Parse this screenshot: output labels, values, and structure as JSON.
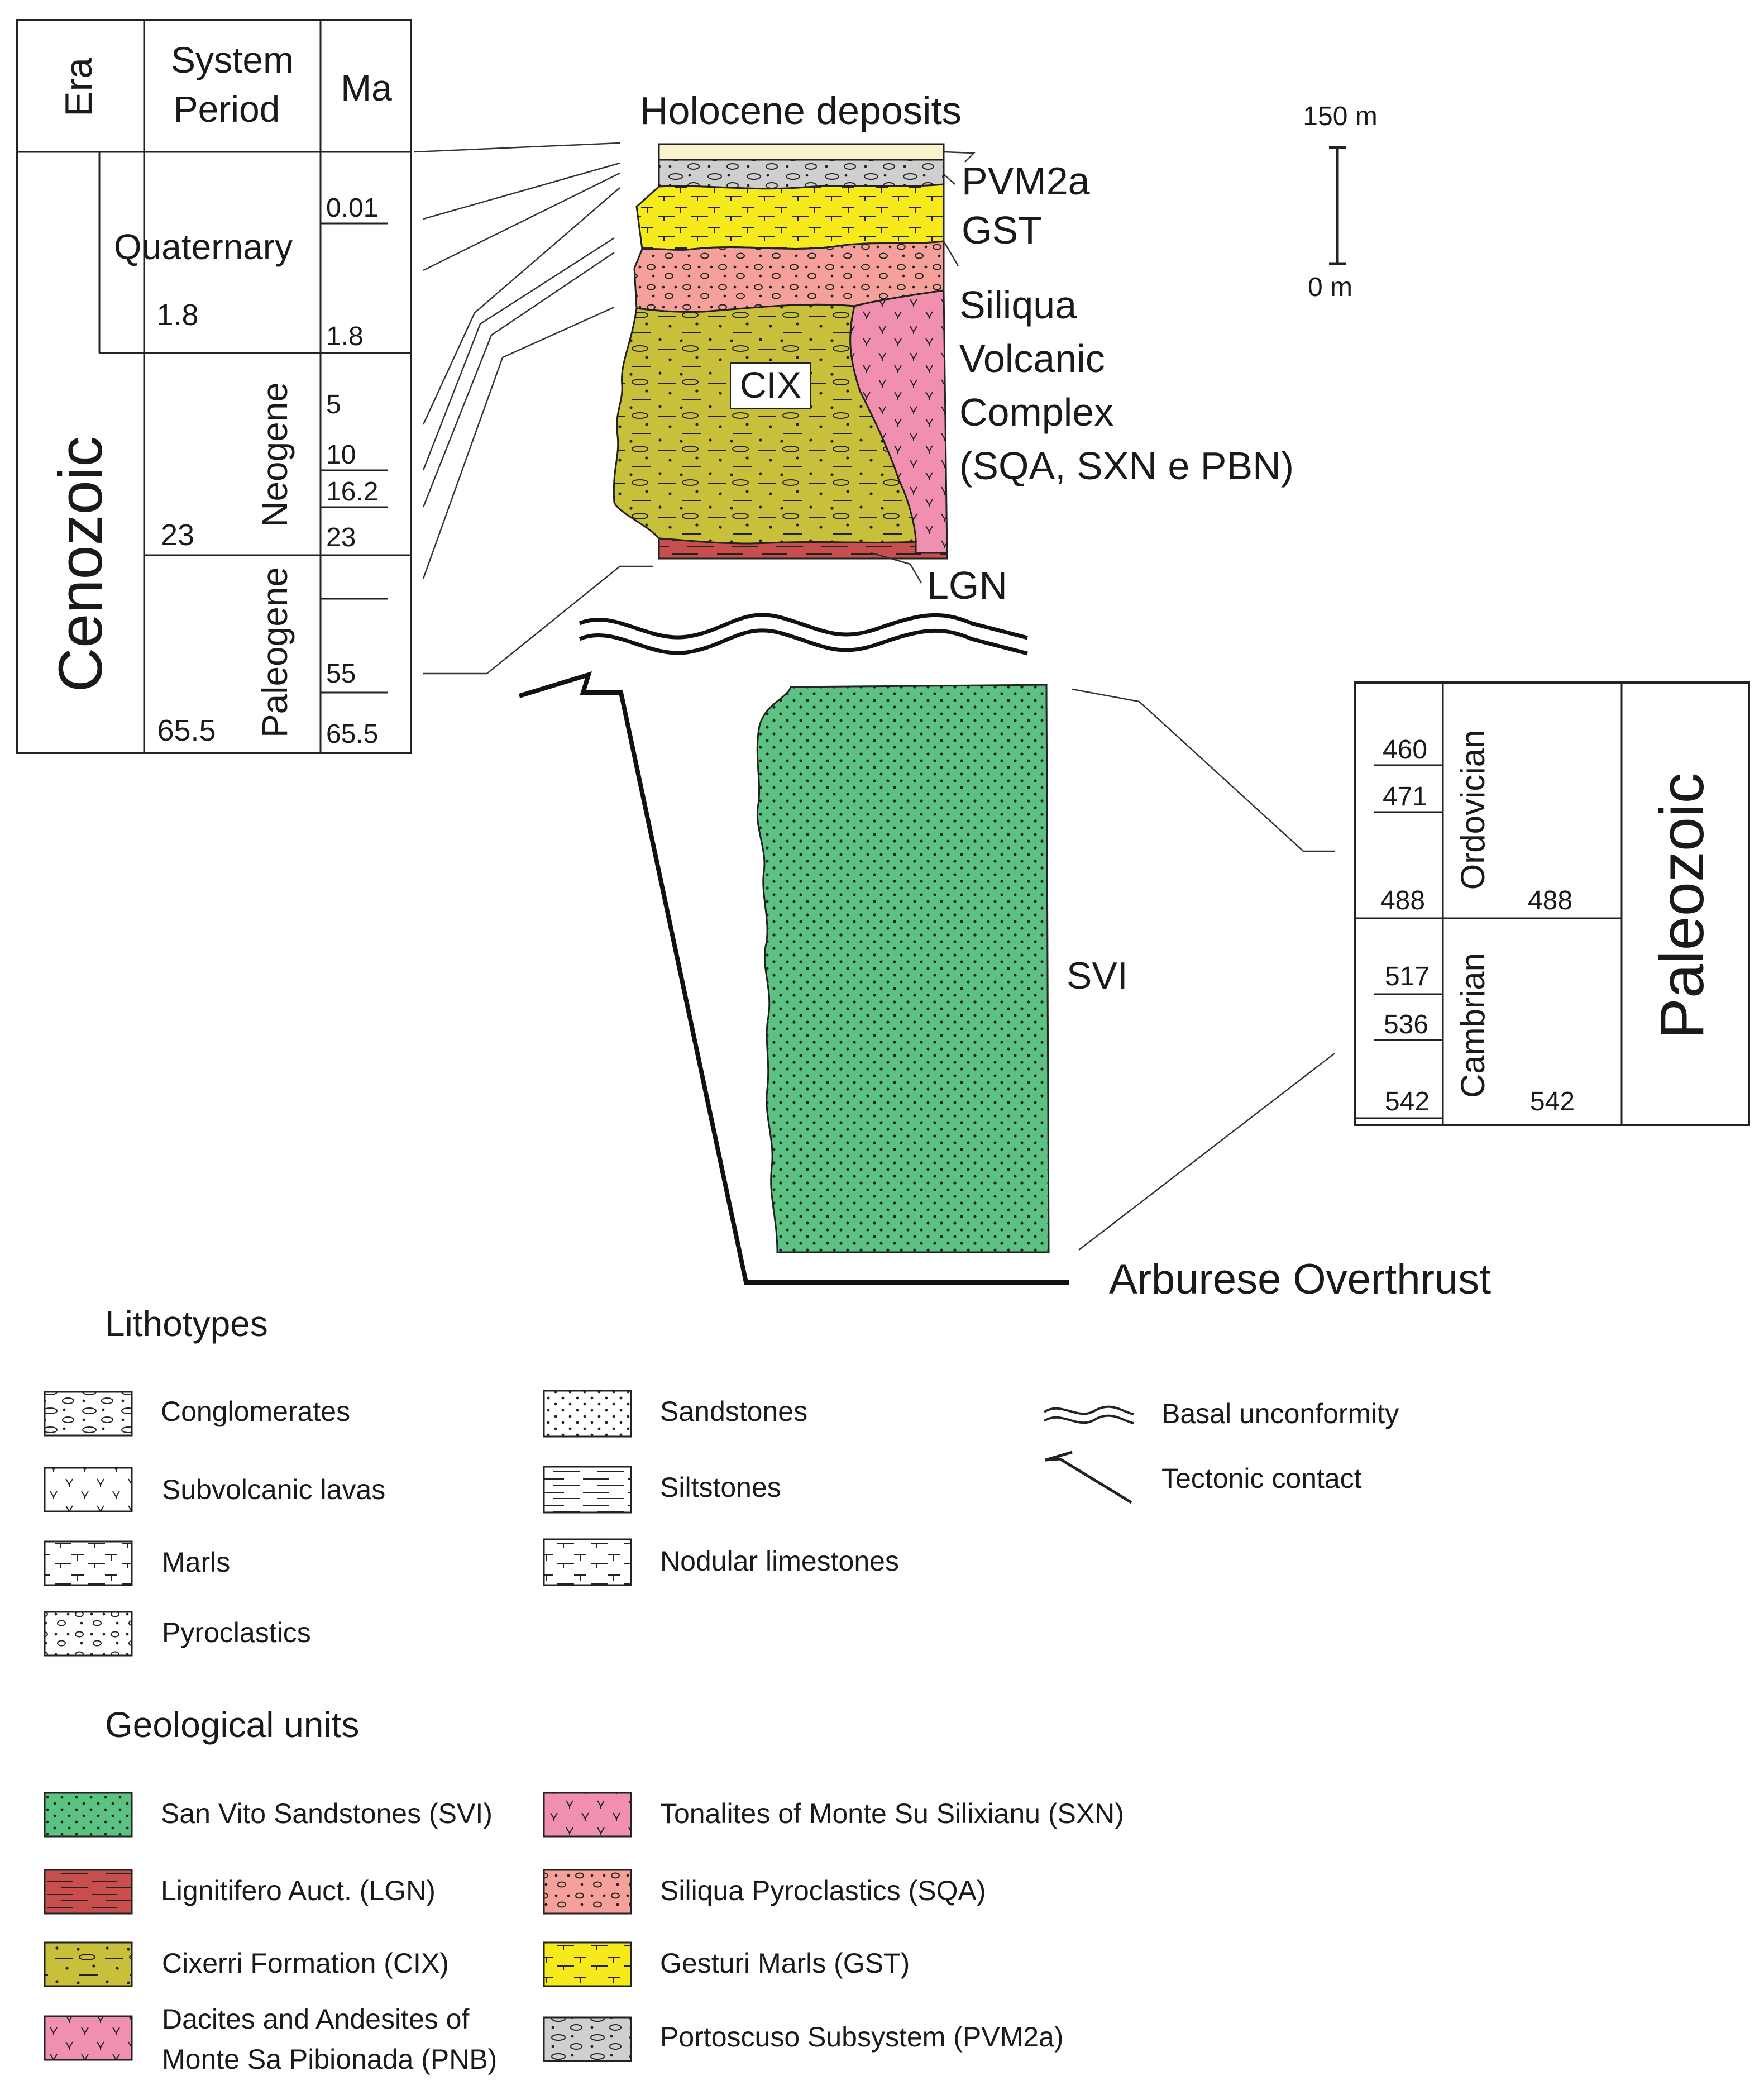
{
  "timescale_cenozoic": {
    "headers": {
      "era": "Era",
      "system_line1": "System",
      "system_line2": "Period",
      "ma": "Ma"
    },
    "era": "Cenozoic",
    "quaternary": {
      "name": "Quaternary",
      "start": "1.8"
    },
    "neogene": {
      "name": "Neogene",
      "start": "23"
    },
    "paleogene": {
      "name": "Paleogene",
      "start": "65.5"
    },
    "ma_ticks": [
      "0.01",
      "1.8",
      "5",
      "10",
      "16.2",
      "23",
      "55",
      "65.5"
    ]
  },
  "timescale_paleozoic": {
    "era": "Paleozoic",
    "ordovician": {
      "name": "Ordovician",
      "start": "488"
    },
    "cambrian": {
      "name": "Cambrian",
      "start": "542"
    },
    "ma_ticks": [
      "460",
      "471",
      "488",
      "517",
      "536",
      "542"
    ]
  },
  "column_labels": {
    "holocene": "Holocene deposits",
    "pvm2a": "PVM2a",
    "gst": "GST",
    "siliqua_l1": "Siliqua",
    "siliqua_l2": "Volcanic",
    "siliqua_l3": "Complex",
    "siliqua_l4": "(SQA, SXN e PBN)",
    "cix": "CIX",
    "lgn": "LGN",
    "svi": "SVI",
    "overthrust": "Arburese Overthrust"
  },
  "scale_bar": {
    "top": "150 m",
    "bottom": "0 m"
  },
  "colors": {
    "holocene": "#f8f5cc",
    "pvm2a": "#cfcfcf",
    "gst": "#f7ea1c",
    "sqa": "#f5a09a",
    "cix": "#c8bf3a",
    "sxn": "#f08fae",
    "lgn": "#c94f4f",
    "svi": "#5cc281"
  },
  "lithotypes": {
    "title": "Lithotypes",
    "items": [
      {
        "label": "Conglomerates",
        "pattern": "conglomerate"
      },
      {
        "label": "Subvolcanic lavas",
        "pattern": "lava"
      },
      {
        "label": "Marls",
        "pattern": "marl"
      },
      {
        "label": "Pyroclastics",
        "pattern": "pyroclastic"
      },
      {
        "label": "Sandstones",
        "pattern": "sand"
      },
      {
        "label": "Siltstones",
        "pattern": "silt"
      },
      {
        "label": "Nodular limestones",
        "pattern": "marl"
      },
      {
        "label": "Basal unconformity",
        "pattern": "unconformity"
      },
      {
        "label": "Tectonic contact",
        "pattern": "tectonic"
      }
    ]
  },
  "geological_units": {
    "title": "Geological units",
    "items": [
      {
        "label": "San Vito Sandstones (SVI)",
        "color": "#5cc281",
        "pattern": "sand"
      },
      {
        "label": "Lignitifero Auct. (LGN)",
        "color": "#c94f4f",
        "pattern": "silt"
      },
      {
        "label": "Cixerri Formation (CIX)",
        "color": "#c8bf3a",
        "pattern": "sandsilt"
      },
      {
        "label_line1": "Dacites and Andesites of",
        "label_line2": "Monte Sa Pibionada (PNB)",
        "color": "#f08fae",
        "pattern": "lava"
      },
      {
        "label": "Tonalites of Monte Su Silixianu (SXN)",
        "color": "#f08fae",
        "pattern": "lava"
      },
      {
        "label": "Siliqua Pyroclastics (SQA)",
        "color": "#f5a09a",
        "pattern": "pyroclastic"
      },
      {
        "label": "Gesturi Marls (GST)",
        "color": "#f7ea1c",
        "pattern": "marl"
      },
      {
        "label": "Portoscuso Subsystem (PVM2a)",
        "color": "#cfcfcf",
        "pattern": "conglomerate"
      }
    ]
  }
}
